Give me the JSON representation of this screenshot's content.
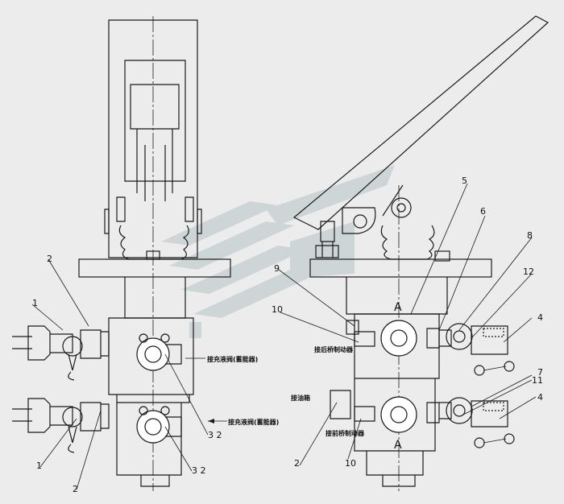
{
  "labels": {
    "l1_top": "1",
    "l1_bot": "1",
    "l2_left_top": "2",
    "l2_left_bot": "2",
    "l32_top": "3 2",
    "l32_bot": "3 2",
    "l2_right": "2",
    "l9": "9",
    "l10_top": "10",
    "l10_bot": "10",
    "l5": "5",
    "l6": "6",
    "l8": "8",
    "l12": "12",
    "l4_top": "4",
    "l4_bot": "4",
    "l7": "7",
    "l11": "11",
    "A_top": "A",
    "A_bot": "A"
  },
  "notes": {
    "left_top": "接充液阀(蓄能器)",
    "left_bot": "接充液阀(蓄能器)",
    "right_rear": "接后桥制动器",
    "right_oil": "接油箱",
    "right_front": "接前桥制动器"
  },
  "colors": {
    "watermark": "#c9d1d3",
    "line": "#1a1a1a",
    "background": "#ececec"
  }
}
